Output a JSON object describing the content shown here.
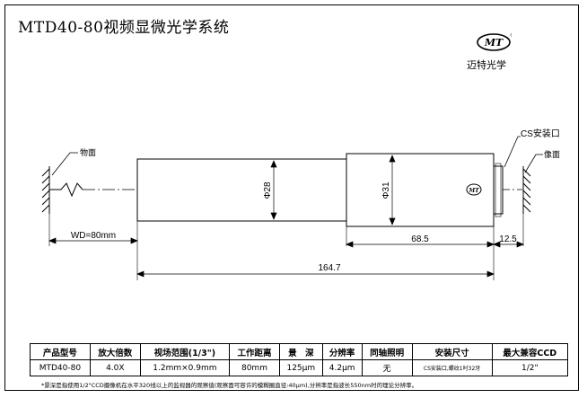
{
  "title": "MTD40-80视频显微光学系统",
  "logo": {
    "mark": "MT",
    "name": "迈特光学"
  },
  "drawing": {
    "object_label": "物面",
    "image_label": "像面",
    "mount_label": "CS安装口",
    "wd_label": "WD=80mm",
    "dim_68_5": "68.5",
    "dim_12_5": "12.5",
    "dim_164_7": "164.7",
    "dia_28": "Φ28",
    "dia_31": "Φ31",
    "lens_logo": "MT"
  },
  "table": {
    "headers": [
      "产品型号",
      "放大倍数",
      "视场范围(1/3\")",
      "工作距离",
      "景　深",
      "分辨率",
      "同轴照明",
      "安装尺寸",
      "最大兼容CCD"
    ],
    "row": [
      "MTD40-80",
      "4.0X",
      "1.2mm×0.9mm",
      "80mm",
      "125μm",
      "4.2μm",
      "无",
      "CS安装口,螺纹1吋32牙",
      "1/2\""
    ]
  },
  "footnote": "*景深是指使用1/2\"CCD摄像机在水平320线以上的监视器的观察值(观察面可容许的模糊圈直径:40μm),分辨率是指波长550nm时的理论分辨率。"
}
